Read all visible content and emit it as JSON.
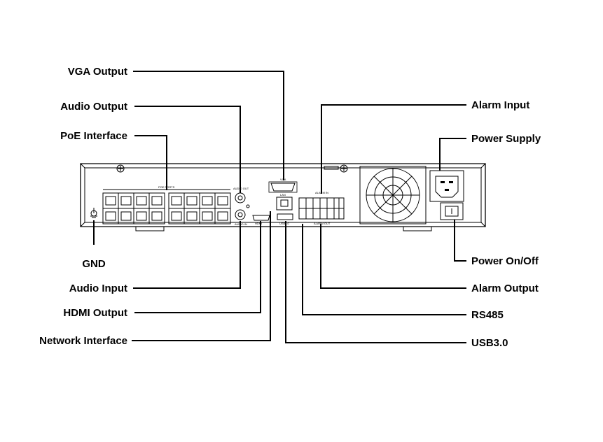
{
  "callouts": {
    "vga_output": "VGA Output",
    "audio_output": "Audio Output",
    "poe_interface": "PoE Interface",
    "gnd": "GND",
    "audio_input": "Audio Input",
    "hdmi_output": "HDMI Output",
    "network_interface": "Network Interface",
    "alarm_input": "Alarm Input",
    "power_supply": "Power Supply",
    "power_on_off": "Power On/Off",
    "alarm_output": "Alarm Output",
    "rs485": "RS485",
    "usb3": "USB3.0"
  },
  "panel_text": {
    "poe_ports": "POE PORTS",
    "audio_out": "AUDIO OUT",
    "audio_in": "AUDIO IN",
    "vga": "VGA",
    "hdmi": "HDMI",
    "lan": "LAN",
    "usb": "USB3.0",
    "alarm_in": "ALARM IN",
    "alarm_out": "ALARM OUT"
  },
  "icons": [
    "ground-icon",
    "screw-icon",
    "fan-vent-icon",
    "power-socket-icon",
    "power-switch-icon"
  ],
  "colors": {
    "ink": "#000000",
    "background": "#ffffff"
  }
}
